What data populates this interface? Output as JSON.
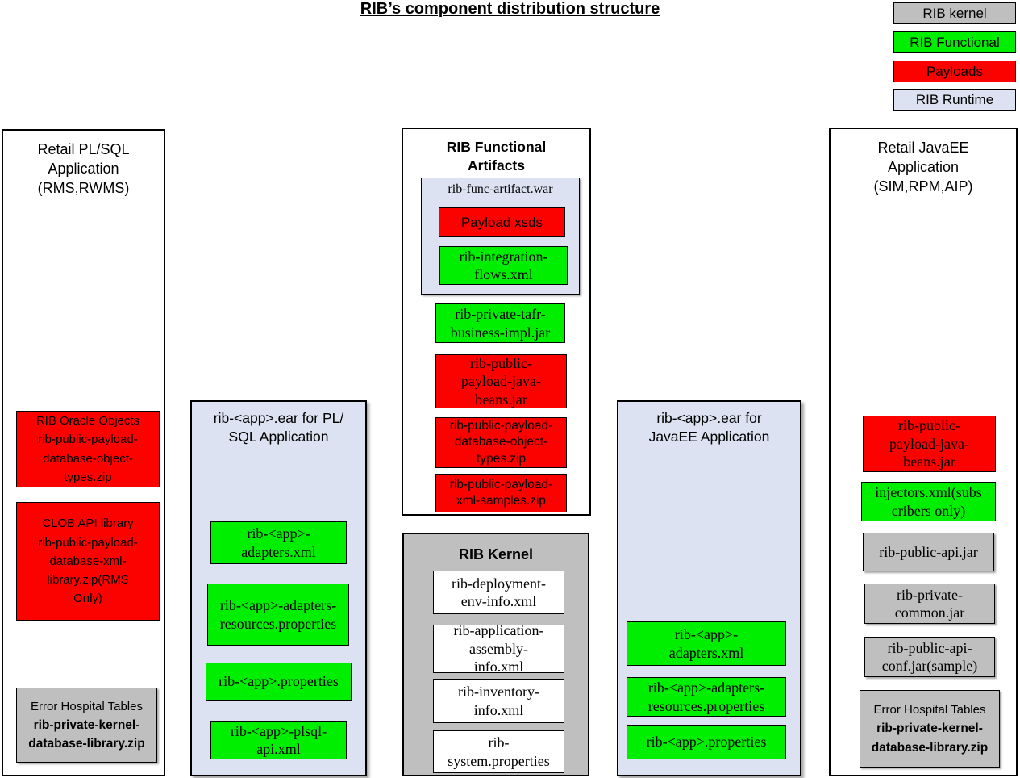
{
  "title": "RIB’s component distribution structure",
  "colors": {
    "kernel_gray": "#bfbfbf",
    "functional_green": "#00ee00",
    "payloads_red": "#fb0200",
    "runtime_blue": "#dce2f1",
    "border_black": "#000000",
    "background_white": "#ffffff"
  },
  "legend": {
    "kernel": {
      "label": "RIB kernel"
    },
    "functional": {
      "label": "RIB Functional"
    },
    "payloads": {
      "label": "Payloads"
    },
    "runtime": {
      "label": "RIB Runtime"
    }
  },
  "plsql_app": {
    "title": "Retail PL/SQL\nApplication\n(RMS,RWMS)",
    "oracle_objects": "RIB Oracle Objects\nrib-public-payload-\ndatabase-object-\ntypes.zip",
    "clob_api": "CLOB API library\nrib-public-payload-\ndatabase-xml-\nlibrary.zip(RMS\nOnly)",
    "error_hospital": {
      "title": "Error Hospital Tables",
      "file": "rib-private-kernel-\ndatabase-library.zip"
    }
  },
  "plsql_ear": {
    "title": "rib-<app>.ear for PL/\nSQL Application",
    "adapters_xml": "rib-<app>-\nadapters.xml",
    "adapters_resources": "rib-<app>-adapters-\nresources.properties",
    "app_properties": "rib-<app>.properties",
    "plsql_api_xml": "rib-<app>-plsql-\napi.xml"
  },
  "functional_artifacts": {
    "title": "RIB Functional\nArtifacts",
    "func_artifact_war": "rib-func-artifact.war",
    "payload_xsds": "Payload xsds",
    "integration_flows": "rib-integration-\nflows.xml",
    "tafr_business_impl": "rib-private-tafr-\nbusiness-impl.jar",
    "payload_java_beans": "rib-public-\npayload-java-\nbeans.jar",
    "payload_db_object_types": "rib-public-payload-\ndatabase-object-\ntypes.zip",
    "payload_xml_samples": "rib-public-payload-\nxml-samples.zip"
  },
  "rib_kernel": {
    "title": "RIB Kernel",
    "deployment_env_info": "rib-deployment-\nenv-info.xml",
    "application_assembly_info": "rib-application-\nassembly-\ninfo.xml",
    "inventory_info": "rib-inventory-\ninfo.xml",
    "system_properties": "rib-\nsystem.properties"
  },
  "javaee_ear": {
    "title": "rib-<app>.ear for\nJavaEE Application",
    "adapters_xml": "rib-<app>-\nadapters.xml",
    "adapters_resources": "rib-<app>-adapters-\nresources.properties",
    "app_properties": "rib-<app>.properties"
  },
  "javaee_app": {
    "title": "Retail JavaEE\nApplication\n(SIM,RPM,AIP)",
    "payload_java_beans": "rib-public-\npayload-java-\nbeans.jar",
    "injectors_xml": "injectors.xml(subs\ncribers only)",
    "public_api_jar": "rib-public-api.jar",
    "private_common_jar": "rib-private-\ncommon.jar",
    "public_api_conf_jar": "rib-public-api-\nconf.jar(sample)",
    "error_hospital": {
      "title": "Error Hospital Tables",
      "file": "rib-private-kernel-\ndatabase-library.zip"
    }
  }
}
